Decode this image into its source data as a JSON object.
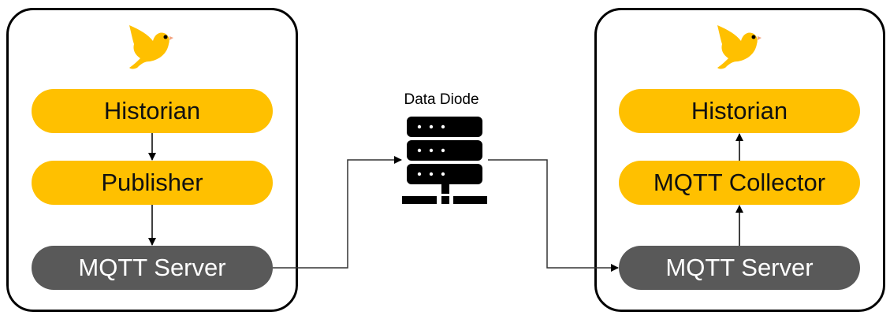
{
  "colors": {
    "accent": "#FFC000",
    "server": "#595959",
    "line": "#000000"
  },
  "left_panel": {
    "icon": "bird-logo-icon",
    "nodes": [
      {
        "label": "Historian",
        "style": "yellow"
      },
      {
        "label": "Publisher",
        "style": "yellow"
      },
      {
        "label": "MQTT Server",
        "style": "gray"
      }
    ]
  },
  "middle": {
    "label": "Data Diode",
    "icon": "server-rack-icon"
  },
  "right_panel": {
    "icon": "bird-logo-icon",
    "nodes": [
      {
        "label": "Historian",
        "style": "yellow"
      },
      {
        "label": "MQTT Collector",
        "style": "yellow"
      },
      {
        "label": "MQTT Server",
        "style": "gray"
      }
    ]
  }
}
